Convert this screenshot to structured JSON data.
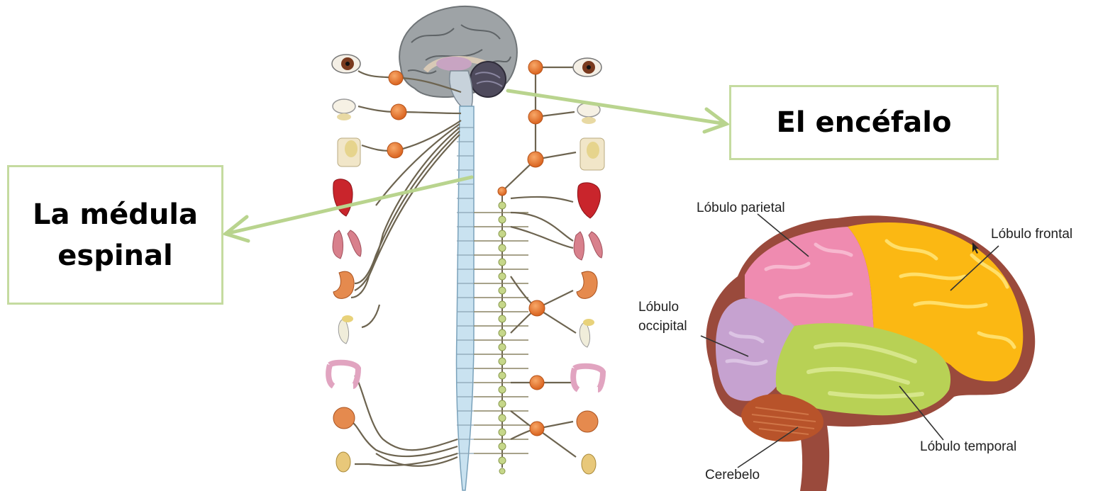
{
  "callouts": {
    "medula_line1": "La médula",
    "medula_line2": "espinal",
    "encefalo": "El encéfalo"
  },
  "brain_lobes": {
    "parietal": "Lóbulo parietal",
    "frontal": "Lóbulo frontal",
    "occipital_line1": "Lóbulo",
    "occipital_line2": "occipital",
    "temporal": "Lóbulo temporal",
    "cerebelo": "Cerebelo"
  },
  "colors": {
    "callout_border": "#c5dba0",
    "arrow": "#b9d48e",
    "frontal": "#fbb813",
    "parietal": "#ef8bb0",
    "occipital": "#c6a2d0",
    "temporal": "#b8d155",
    "cerebelo": "#b8532a",
    "brainstem": "#9a4a3c",
    "spinal_cord": "#c9e2f0",
    "ganglion": "#e8772d",
    "chain_ganglion": "#c6d78a",
    "nerve": "#6d6450"
  }
}
